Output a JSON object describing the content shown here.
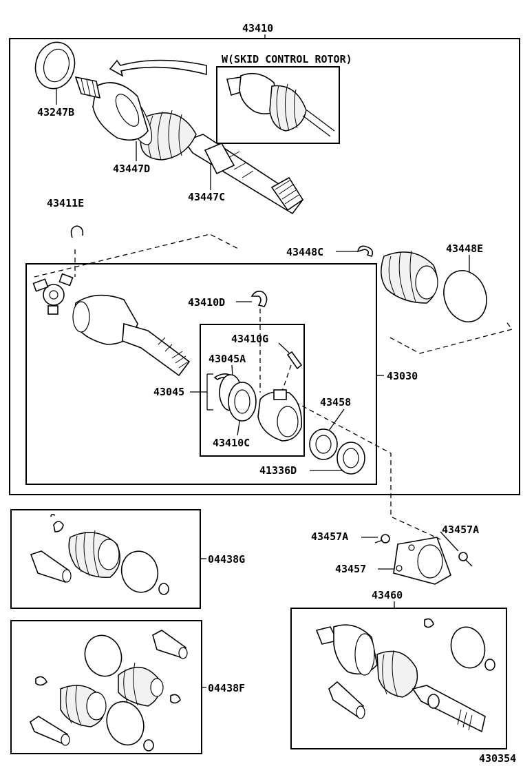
{
  "labels": {
    "p43410": "43410",
    "variant_w": "W(SKID CONTROL ROTOR)",
    "p43247B": "43247B",
    "p43447D": "43447D",
    "p43447C": "43447C",
    "p43411E": "43411E",
    "p43448C": "43448C",
    "p43448E": "43448E",
    "p43410D": "43410D",
    "p43410G": "43410G",
    "p43045A": "43045A",
    "p43045": "43045",
    "p43030": "43030",
    "p43458": "43458",
    "p43410C": "43410C",
    "p41336D": "41336D",
    "p04438G": "04438G",
    "p43457A_left": "43457A",
    "p43457A_right": "43457A",
    "p43457": "43457",
    "p43460": "43460",
    "p04438F": "04438F",
    "figure_id": "430354"
  },
  "colors": {
    "ink": "#000000",
    "paper": "#ffffff"
  }
}
